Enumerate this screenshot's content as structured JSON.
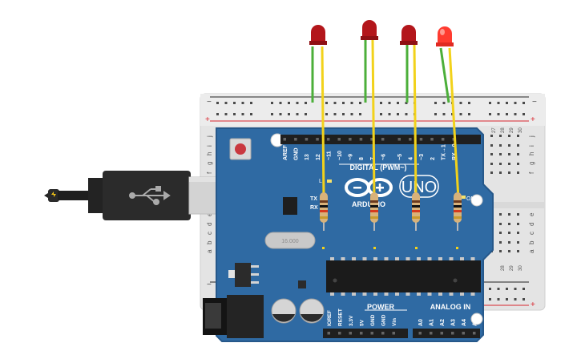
{
  "board": {
    "brand": "ARDUINO",
    "model": "UNO",
    "on_label": "ON",
    "digital_title": "DIGITAL (PWM~)",
    "power_title": "POWER",
    "analog_title": "ANALOG IN",
    "tx_label": "TX",
    "rx_label": "RX",
    "l_label": "L",
    "crystal_label": "16.000",
    "digital_pins": [
      "AREF",
      "GND",
      "13",
      "12",
      "~11",
      "~10",
      "~9",
      "8",
      "7",
      "~6",
      "~5",
      "4",
      "~3",
      "2",
      "TX→1",
      "RX←0"
    ],
    "power_pins": [
      "IOREF",
      "RESET",
      "3.3V",
      "5V",
      "GND",
      "GND",
      "Vin"
    ],
    "analog_pins": [
      "A0",
      "A1",
      "A2",
      "A3",
      "A4",
      "A5"
    ]
  },
  "breadboard": {
    "row_letters_left": [
      "j",
      "i",
      "h",
      "g",
      "f",
      "e",
      "d",
      "c",
      "b",
      "a"
    ],
    "row_letters_right": [
      "j",
      "i",
      "h",
      "g",
      "f",
      "e",
      "d",
      "c",
      "b",
      "a"
    ],
    "col_numbers_top": [
      "27",
      "28",
      "29",
      "30"
    ],
    "col_numbers_bottom": [
      "28",
      "29",
      "30"
    ],
    "rail_plus": "+",
    "rail_minus": "−"
  },
  "leds": [
    {
      "name": "led-1",
      "lit": false
    },
    {
      "name": "led-2",
      "lit": false
    },
    {
      "name": "led-3",
      "lit": false
    },
    {
      "name": "led-4",
      "lit": true
    }
  ],
  "colors": {
    "board_blue": "#2f6aa3",
    "breadboard": "#e8e8e8",
    "wire_green": "#4caf3a",
    "wire_yellow": "#f2d21b",
    "led_off": "#b3161b",
    "led_on": "#ff3b30",
    "rail_red": "#d9262e",
    "usb_gray": "#d5d5d5"
  }
}
